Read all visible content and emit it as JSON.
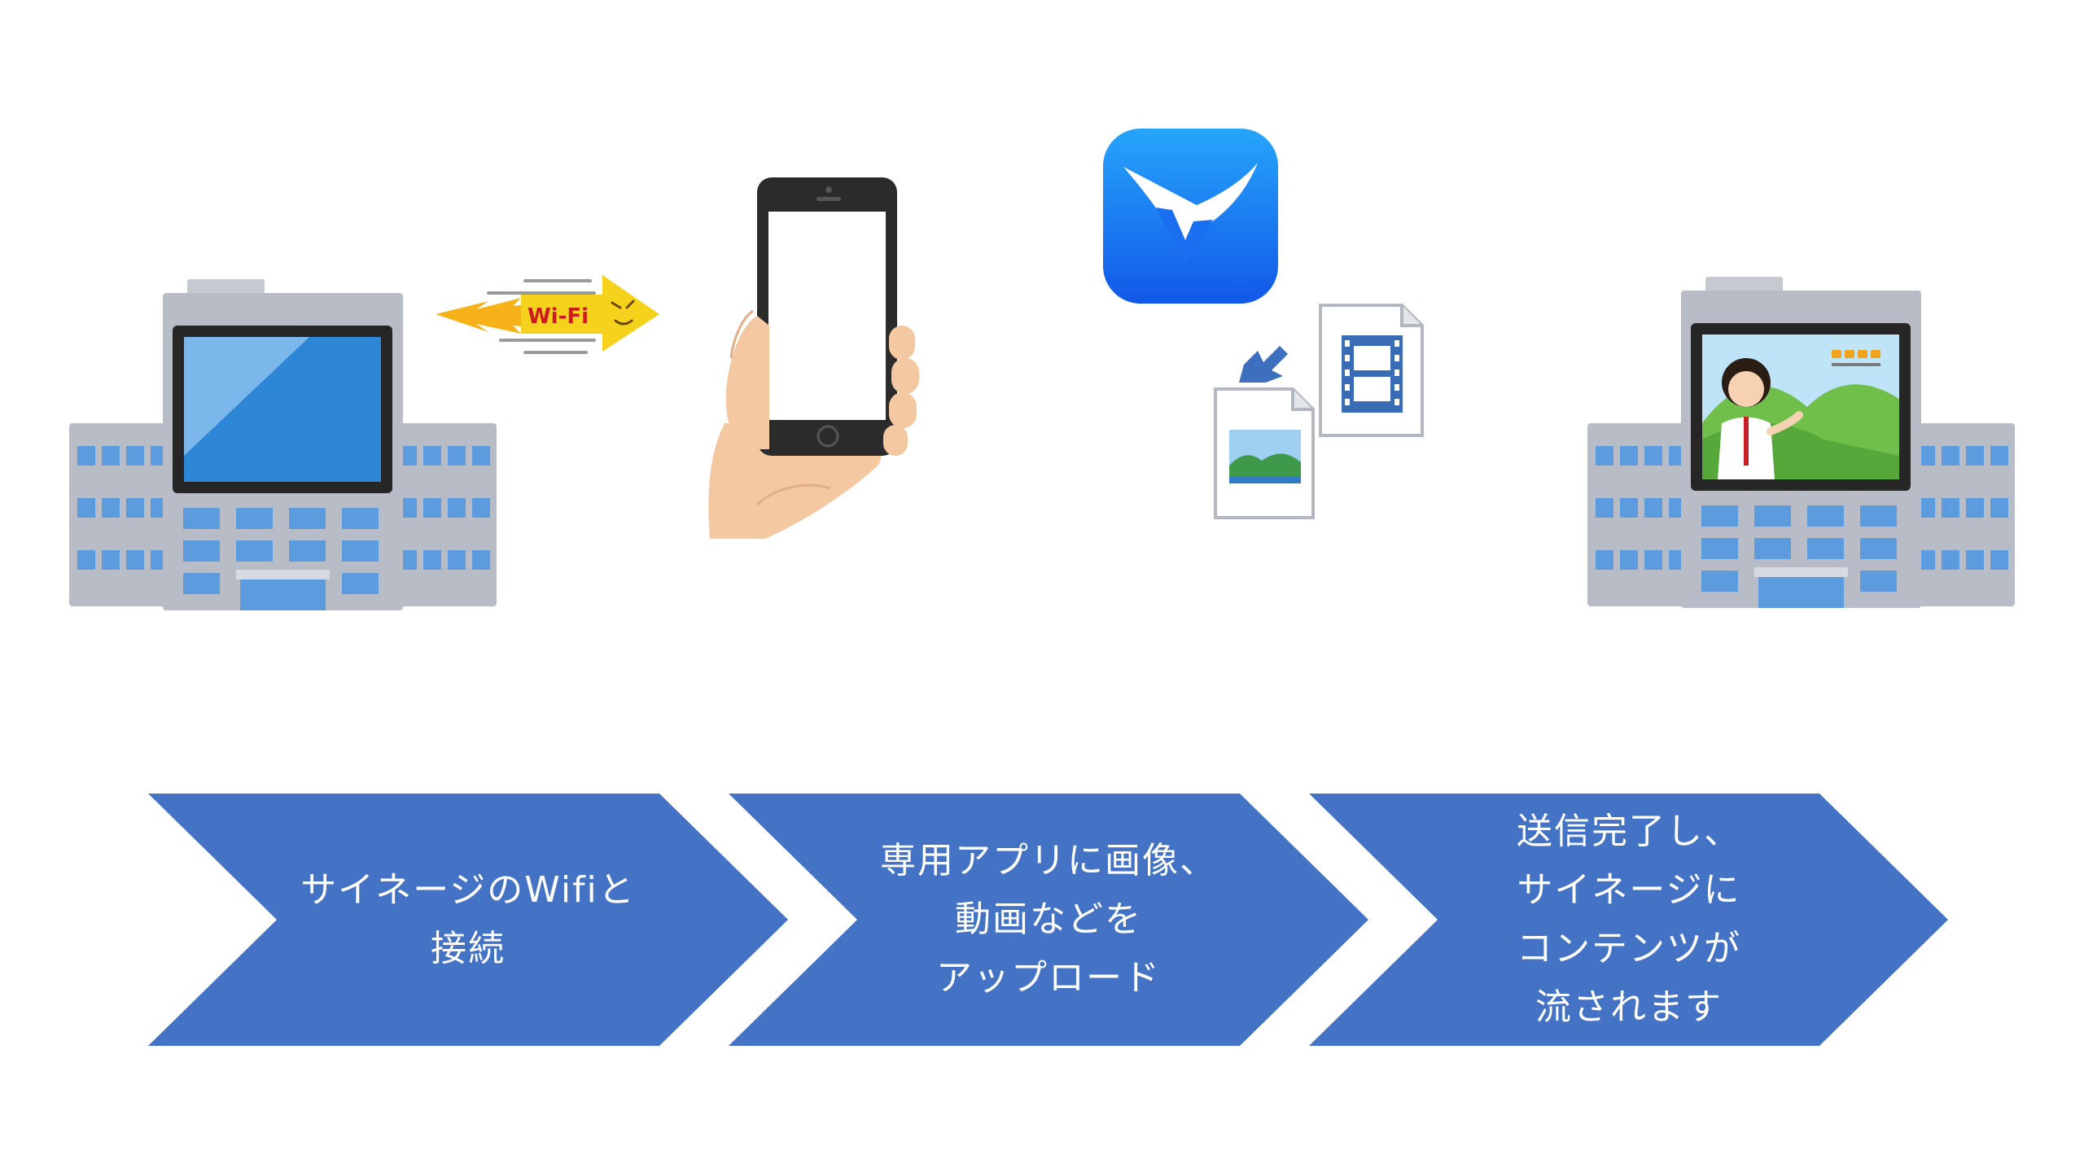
{
  "wifi_badge": {
    "label": "Wi-Fi"
  },
  "steps": [
    {
      "lines": [
        "サイネージのWifiと",
        "接続"
      ]
    },
    {
      "lines": [
        "専用アプリに画像、",
        "動画などを",
        "アップロード"
      ]
    },
    {
      "lines": [
        "送信完了し、",
        "サイネージに",
        "コンテンツが",
        "流されます"
      ]
    }
  ],
  "colors": {
    "chevron": "#4472C4",
    "building_wall": "#B8BCC6",
    "building_window": "#5C9BDD",
    "screen_frame": "#262626",
    "screen_blue": "#2E86D6",
    "wifi_arrow": "#F5D21C",
    "app_icon": "#1E7BF4"
  },
  "icons": [
    "building-icon",
    "wifi-icon",
    "smartphone-icon",
    "app-icon",
    "image-file-icon",
    "video-file-icon",
    "upload-arrow-icon",
    "building-signage-icon"
  ]
}
